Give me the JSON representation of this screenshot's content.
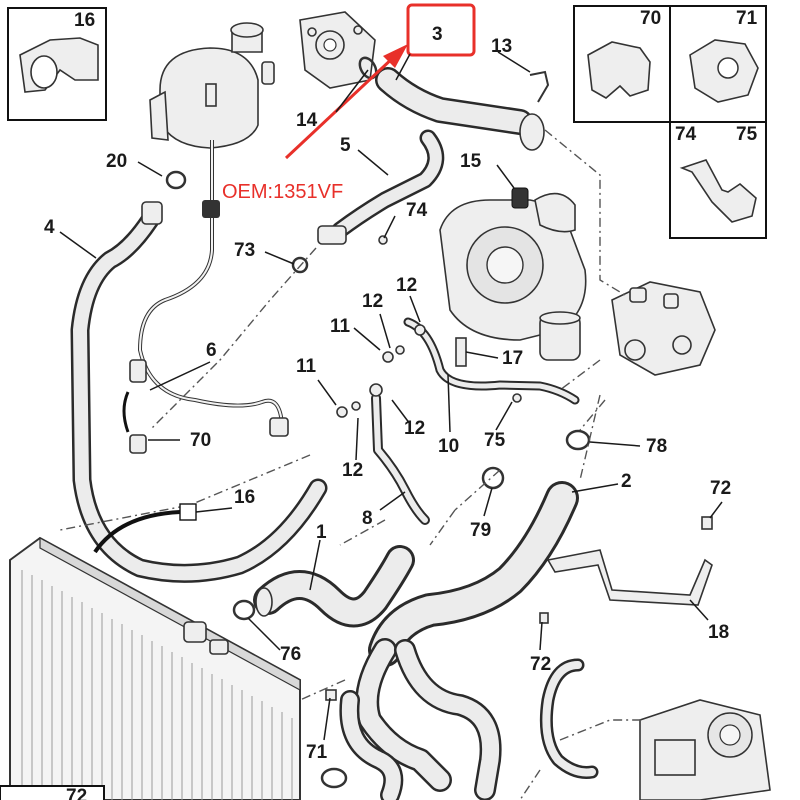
{
  "oem_label": "OEM:1351VF",
  "highlight_color": "#e8302a",
  "callouts": {
    "c16_box": "16",
    "c70_box": "70",
    "c71_box": "71",
    "c74_box": "74",
    "c75_box": "75",
    "c3": "3",
    "c13": "13",
    "c14": "14",
    "c5": "5",
    "c20": "20",
    "c4": "4",
    "c15": "15",
    "c74": "74",
    "c73": "73",
    "c12_a": "12",
    "c12_b": "12",
    "c11_a": "11",
    "c17": "17",
    "c6": "6",
    "c11_b": "11",
    "c12_c": "12",
    "c10": "10",
    "c75": "75",
    "c70": "70",
    "c12_d": "12",
    "c78": "78",
    "c16": "16",
    "c2": "2",
    "c72_a": "72",
    "c8": "8",
    "c79": "79",
    "c1": "1",
    "c18": "18",
    "c76": "76",
    "c72_b": "72",
    "c71": "71",
    "c72_c": "72"
  }
}
